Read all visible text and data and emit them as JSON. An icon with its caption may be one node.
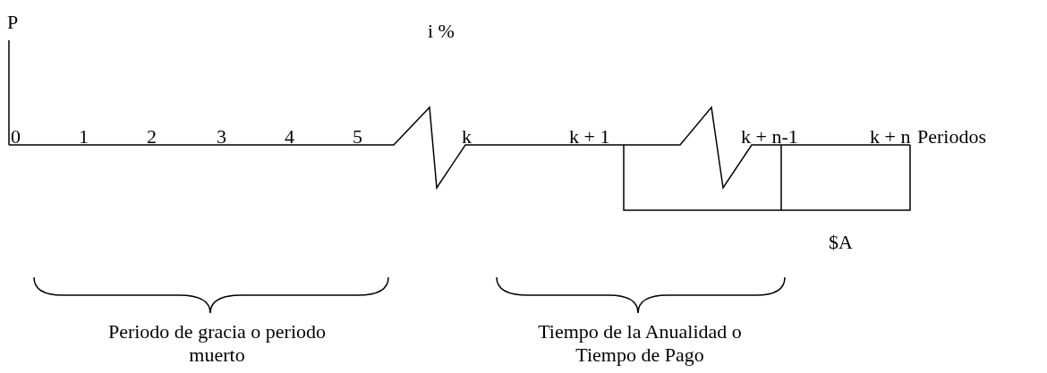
{
  "diagram": {
    "labels": [
      "P",
      "i %",
      "0",
      "1",
      "2",
      "3",
      "4",
      "5",
      "k",
      "k + 1",
      "k + n-1",
      "k + n",
      "Periodos",
      "$A",
      "Periodo de gracia o periodo muerto",
      "Tiempo de la Anualidad o Tiempo de Pago"
    ]
  }
}
